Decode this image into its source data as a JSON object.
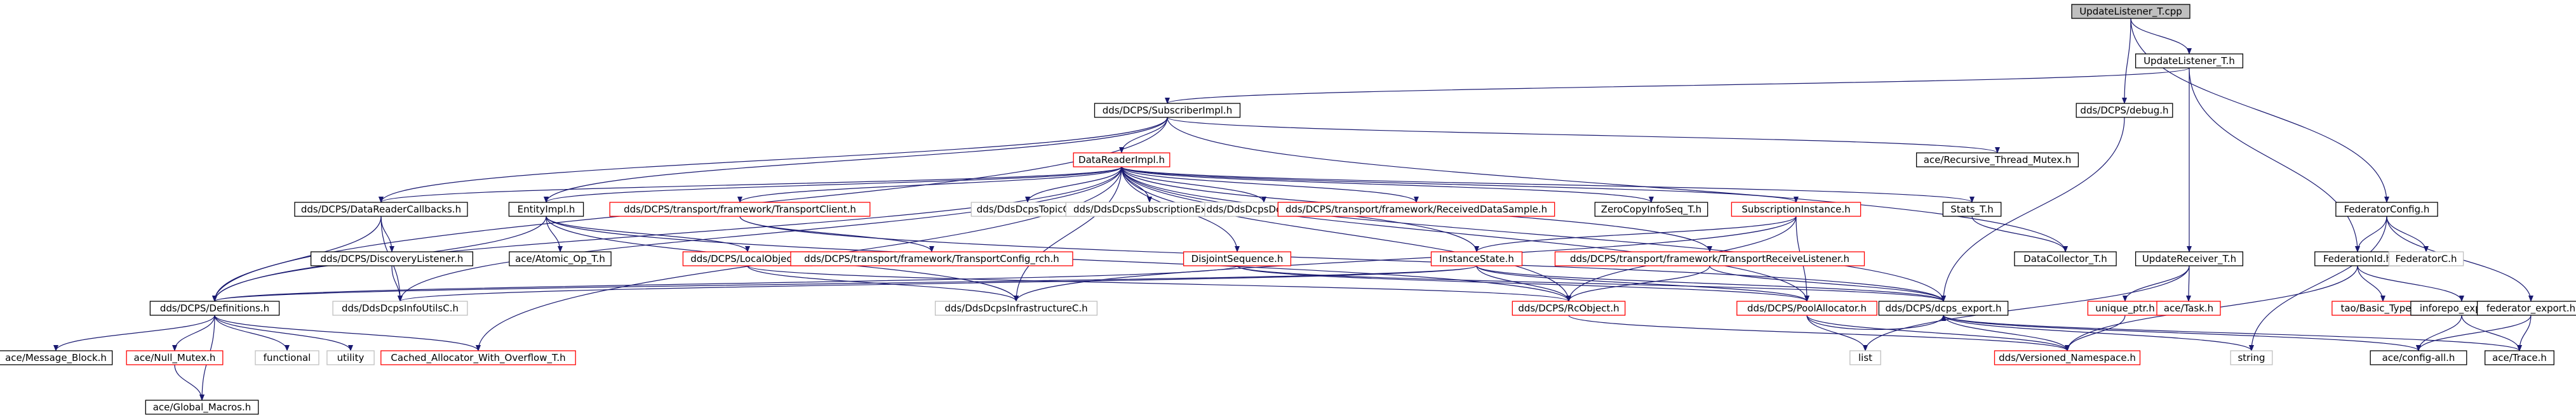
{
  "graph": {
    "nodes": [
      {
        "id": "root",
        "label": "UpdateListener_T.cpp",
        "style": "root"
      },
      {
        "id": "ul",
        "label": "UpdateListener_T.h",
        "style": "normal"
      },
      {
        "id": "subimpl",
        "label": "dds/DCPS/SubscriberImpl.h",
        "style": "normal"
      },
      {
        "id": "debug",
        "label": "dds/DCPS/debug.h",
        "style": "normal"
      },
      {
        "id": "dri",
        "label": "DataReaderImpl.h",
        "style": "red"
      },
      {
        "id": "recmutex",
        "label": "ace/Recursive_Thread_Mutex.h",
        "style": "normal"
      },
      {
        "id": "fedcfg",
        "label": "FederatorConfig.h",
        "style": "normal"
      },
      {
        "id": "drcb",
        "label": "dds/DCPS/DataReaderCallbacks.h",
        "style": "normal"
      },
      {
        "id": "entity",
        "label": "EntityImpl.h",
        "style": "normal"
      },
      {
        "id": "tc",
        "label": "dds/DCPS/transport/framework/TransportClient.h",
        "style": "red"
      },
      {
        "id": "topicc",
        "label": "dds/DdsDcpsTopicC.h",
        "style": "gray"
      },
      {
        "id": "subextc",
        "label": "dds/DdsDcpsSubscriptionExtC.h",
        "style": "gray"
      },
      {
        "id": "domainc",
        "label": "dds/DdsDcpsDomainC.h",
        "style": "gray"
      },
      {
        "id": "rds",
        "label": "dds/DCPS/transport/framework/ReceivedDataSample.h",
        "style": "red"
      },
      {
        "id": "zci",
        "label": "ZeroCopyInfoSeq_T.h",
        "style": "normal"
      },
      {
        "id": "subinst",
        "label": "SubscriptionInstance.h",
        "style": "red"
      },
      {
        "id": "stats",
        "label": "Stats_T.h",
        "style": "normal"
      },
      {
        "id": "ur",
        "label": "UpdateReceiver_T.h",
        "style": "normal"
      },
      {
        "id": "fedid",
        "label": "FederationId.h",
        "style": "normal"
      },
      {
        "id": "fedc",
        "label": "FederatorC.h",
        "style": "gray"
      },
      {
        "id": "disclist",
        "label": "dds/DCPS/DiscoveryListener.h",
        "style": "normal"
      },
      {
        "id": "atomic",
        "label": "ace/Atomic_Op_T.h",
        "style": "normal"
      },
      {
        "id": "localobj",
        "label": "dds/DCPS/LocalObject.h",
        "style": "red"
      },
      {
        "id": "tcrch",
        "label": "dds/DCPS/transport/framework/TransportConfig_rch.h",
        "style": "red"
      },
      {
        "id": "disjoint",
        "label": "DisjointSequence.h",
        "style": "red"
      },
      {
        "id": "inststate",
        "label": "InstanceState.h",
        "style": "red"
      },
      {
        "id": "trl",
        "label": "dds/DCPS/transport/framework/TransportReceiveListener.h",
        "style": "red"
      },
      {
        "id": "dcoll",
        "label": "DataCollector_T.h",
        "style": "normal"
      },
      {
        "id": "uptr",
        "label": "unique_ptr.h",
        "style": "red"
      },
      {
        "id": "task",
        "label": "ace/Task.h",
        "style": "red"
      },
      {
        "id": "tao",
        "label": "tao/Basic_Types.h",
        "style": "red"
      },
      {
        "id": "infexp",
        "label": "inforepo_export.h",
        "style": "normal"
      },
      {
        "id": "fedexp",
        "label": "federator_export.h",
        "style": "normal"
      },
      {
        "id": "defs",
        "label": "dds/DCPS/Definitions.h",
        "style": "normal"
      },
      {
        "id": "infoutils",
        "label": "dds/DdsDcpsInfoUtilsC.h",
        "style": "gray"
      },
      {
        "id": "infra",
        "label": "dds/DdsDcpsInfrastructureC.h",
        "style": "gray"
      },
      {
        "id": "rcobj",
        "label": "dds/DCPS/RcObject.h",
        "style": "red"
      },
      {
        "id": "pool",
        "label": "dds/DCPS/PoolAllocator.h",
        "style": "red"
      },
      {
        "id": "dcpsexp",
        "label": "dds/DCPS/dcps_export.h",
        "style": "normal"
      },
      {
        "id": "msgblk",
        "label": "ace/Message_Block.h",
        "style": "normal"
      },
      {
        "id": "nullmutex",
        "label": "ace/Null_Mutex.h",
        "style": "red"
      },
      {
        "id": "functional",
        "label": "functional",
        "style": "gray"
      },
      {
        "id": "utility",
        "label": "utility",
        "style": "gray"
      },
      {
        "id": "cached",
        "label": "Cached_Allocator_With_Overflow_T.h",
        "style": "red"
      },
      {
        "id": "globmac",
        "label": "ace/Global_Macros.h",
        "style": "normal"
      },
      {
        "id": "list",
        "label": "list",
        "style": "gray"
      },
      {
        "id": "vns",
        "label": "dds/Versioned_Namespace.h",
        "style": "red"
      },
      {
        "id": "string",
        "label": "string",
        "style": "gray"
      },
      {
        "id": "cfgall",
        "label": "ace/config-all.h",
        "style": "normal"
      },
      {
        "id": "trace",
        "label": "ace/Trace.h",
        "style": "normal"
      }
    ],
    "edges": [
      [
        "root",
        "ul"
      ],
      [
        "root",
        "debug"
      ],
      [
        "root",
        "fedcfg"
      ],
      [
        "ul",
        "subimpl"
      ],
      [
        "ul",
        "ur"
      ],
      [
        "ul",
        "fedid"
      ],
      [
        "subimpl",
        "dri"
      ],
      [
        "subimpl",
        "recmutex"
      ],
      [
        "subimpl",
        "dcoll"
      ],
      [
        "subimpl",
        "drcb"
      ],
      [
        "subimpl",
        "entity"
      ],
      [
        "subimpl",
        "defs"
      ],
      [
        "debug",
        "dcpsexp"
      ],
      [
        "fedcfg",
        "fedid"
      ],
      [
        "fedcfg",
        "fedc"
      ],
      [
        "fedcfg",
        "fedexp"
      ],
      [
        "fedcfg",
        "string"
      ],
      [
        "dri",
        "drcb"
      ],
      [
        "dri",
        "entity"
      ],
      [
        "dri",
        "tc"
      ],
      [
        "dri",
        "topicc"
      ],
      [
        "dri",
        "subextc"
      ],
      [
        "dri",
        "domainc"
      ],
      [
        "dri",
        "rds"
      ],
      [
        "dri",
        "zci"
      ],
      [
        "dri",
        "subinst"
      ],
      [
        "dri",
        "stats"
      ],
      [
        "dri",
        "trl"
      ],
      [
        "dri",
        "disjoint"
      ],
      [
        "dri",
        "inststate"
      ],
      [
        "dri",
        "pool"
      ],
      [
        "dri",
        "dcpsexp"
      ],
      [
        "dri",
        "rcobj"
      ],
      [
        "dri",
        "cached"
      ],
      [
        "dri",
        "defs"
      ],
      [
        "dri",
        "infra"
      ],
      [
        "dri",
        "infoutils"
      ],
      [
        "drcb",
        "disclist"
      ],
      [
        "drcb",
        "defs"
      ],
      [
        "drcb",
        "infoutils"
      ],
      [
        "disclist",
        "infoutils"
      ],
      [
        "entity",
        "atomic"
      ],
      [
        "entity",
        "localobj"
      ],
      [
        "entity",
        "defs"
      ],
      [
        "entity",
        "infra"
      ],
      [
        "entity",
        "rcobj"
      ],
      [
        "tc",
        "tcrch"
      ],
      [
        "tc",
        "dcpsexp"
      ],
      [
        "subinst",
        "inststate"
      ],
      [
        "subinst",
        "pool"
      ],
      [
        "subinst",
        "rcobj"
      ],
      [
        "subinst",
        "infra"
      ],
      [
        "stats",
        "dcoll"
      ],
      [
        "localobj",
        "infra"
      ],
      [
        "localobj",
        "rcobj"
      ],
      [
        "disjoint",
        "defs"
      ],
      [
        "disjoint",
        "pool"
      ],
      [
        "disjoint",
        "dcpsexp"
      ],
      [
        "inststate",
        "defs"
      ],
      [
        "inststate",
        "infoutils"
      ],
      [
        "inststate",
        "dcpsexp"
      ],
      [
        "inststate",
        "pool"
      ],
      [
        "inststate",
        "rcobj"
      ],
      [
        "trl",
        "rcobj"
      ],
      [
        "trl",
        "dcpsexp"
      ],
      [
        "ur",
        "task"
      ],
      [
        "ur",
        "uptr"
      ],
      [
        "ur",
        "list"
      ],
      [
        "uptr",
        "vns"
      ],
      [
        "fedid",
        "tao"
      ],
      [
        "fedid",
        "infexp"
      ],
      [
        "fedid",
        "vns"
      ],
      [
        "infexp",
        "cfgall"
      ],
      [
        "infexp",
        "trace"
      ],
      [
        "fedexp",
        "cfgall"
      ],
      [
        "fedexp",
        "trace"
      ],
      [
        "defs",
        "msgblk"
      ],
      [
        "defs",
        "nullmutex"
      ],
      [
        "defs",
        "functional"
      ],
      [
        "defs",
        "utility"
      ],
      [
        "defs",
        "cached"
      ],
      [
        "defs",
        "globmac"
      ],
      [
        "nullmutex",
        "globmac"
      ],
      [
        "rcobj",
        "vns"
      ],
      [
        "pool",
        "list"
      ],
      [
        "pool",
        "vns"
      ],
      [
        "pool",
        "dcpsexp"
      ],
      [
        "dcpsexp",
        "vns"
      ],
      [
        "dcpsexp",
        "cfgall"
      ],
      [
        "dcpsexp",
        "trace"
      ],
      [
        "dcpsexp",
        "string"
      ]
    ]
  },
  "colors": {
    "edge": "#191970",
    "normal_border": "#000000",
    "red_border": "#ff0000",
    "gray_border": "#bfbfbf",
    "root_fill": "#bfbfbf",
    "fill": "#ffffff"
  }
}
